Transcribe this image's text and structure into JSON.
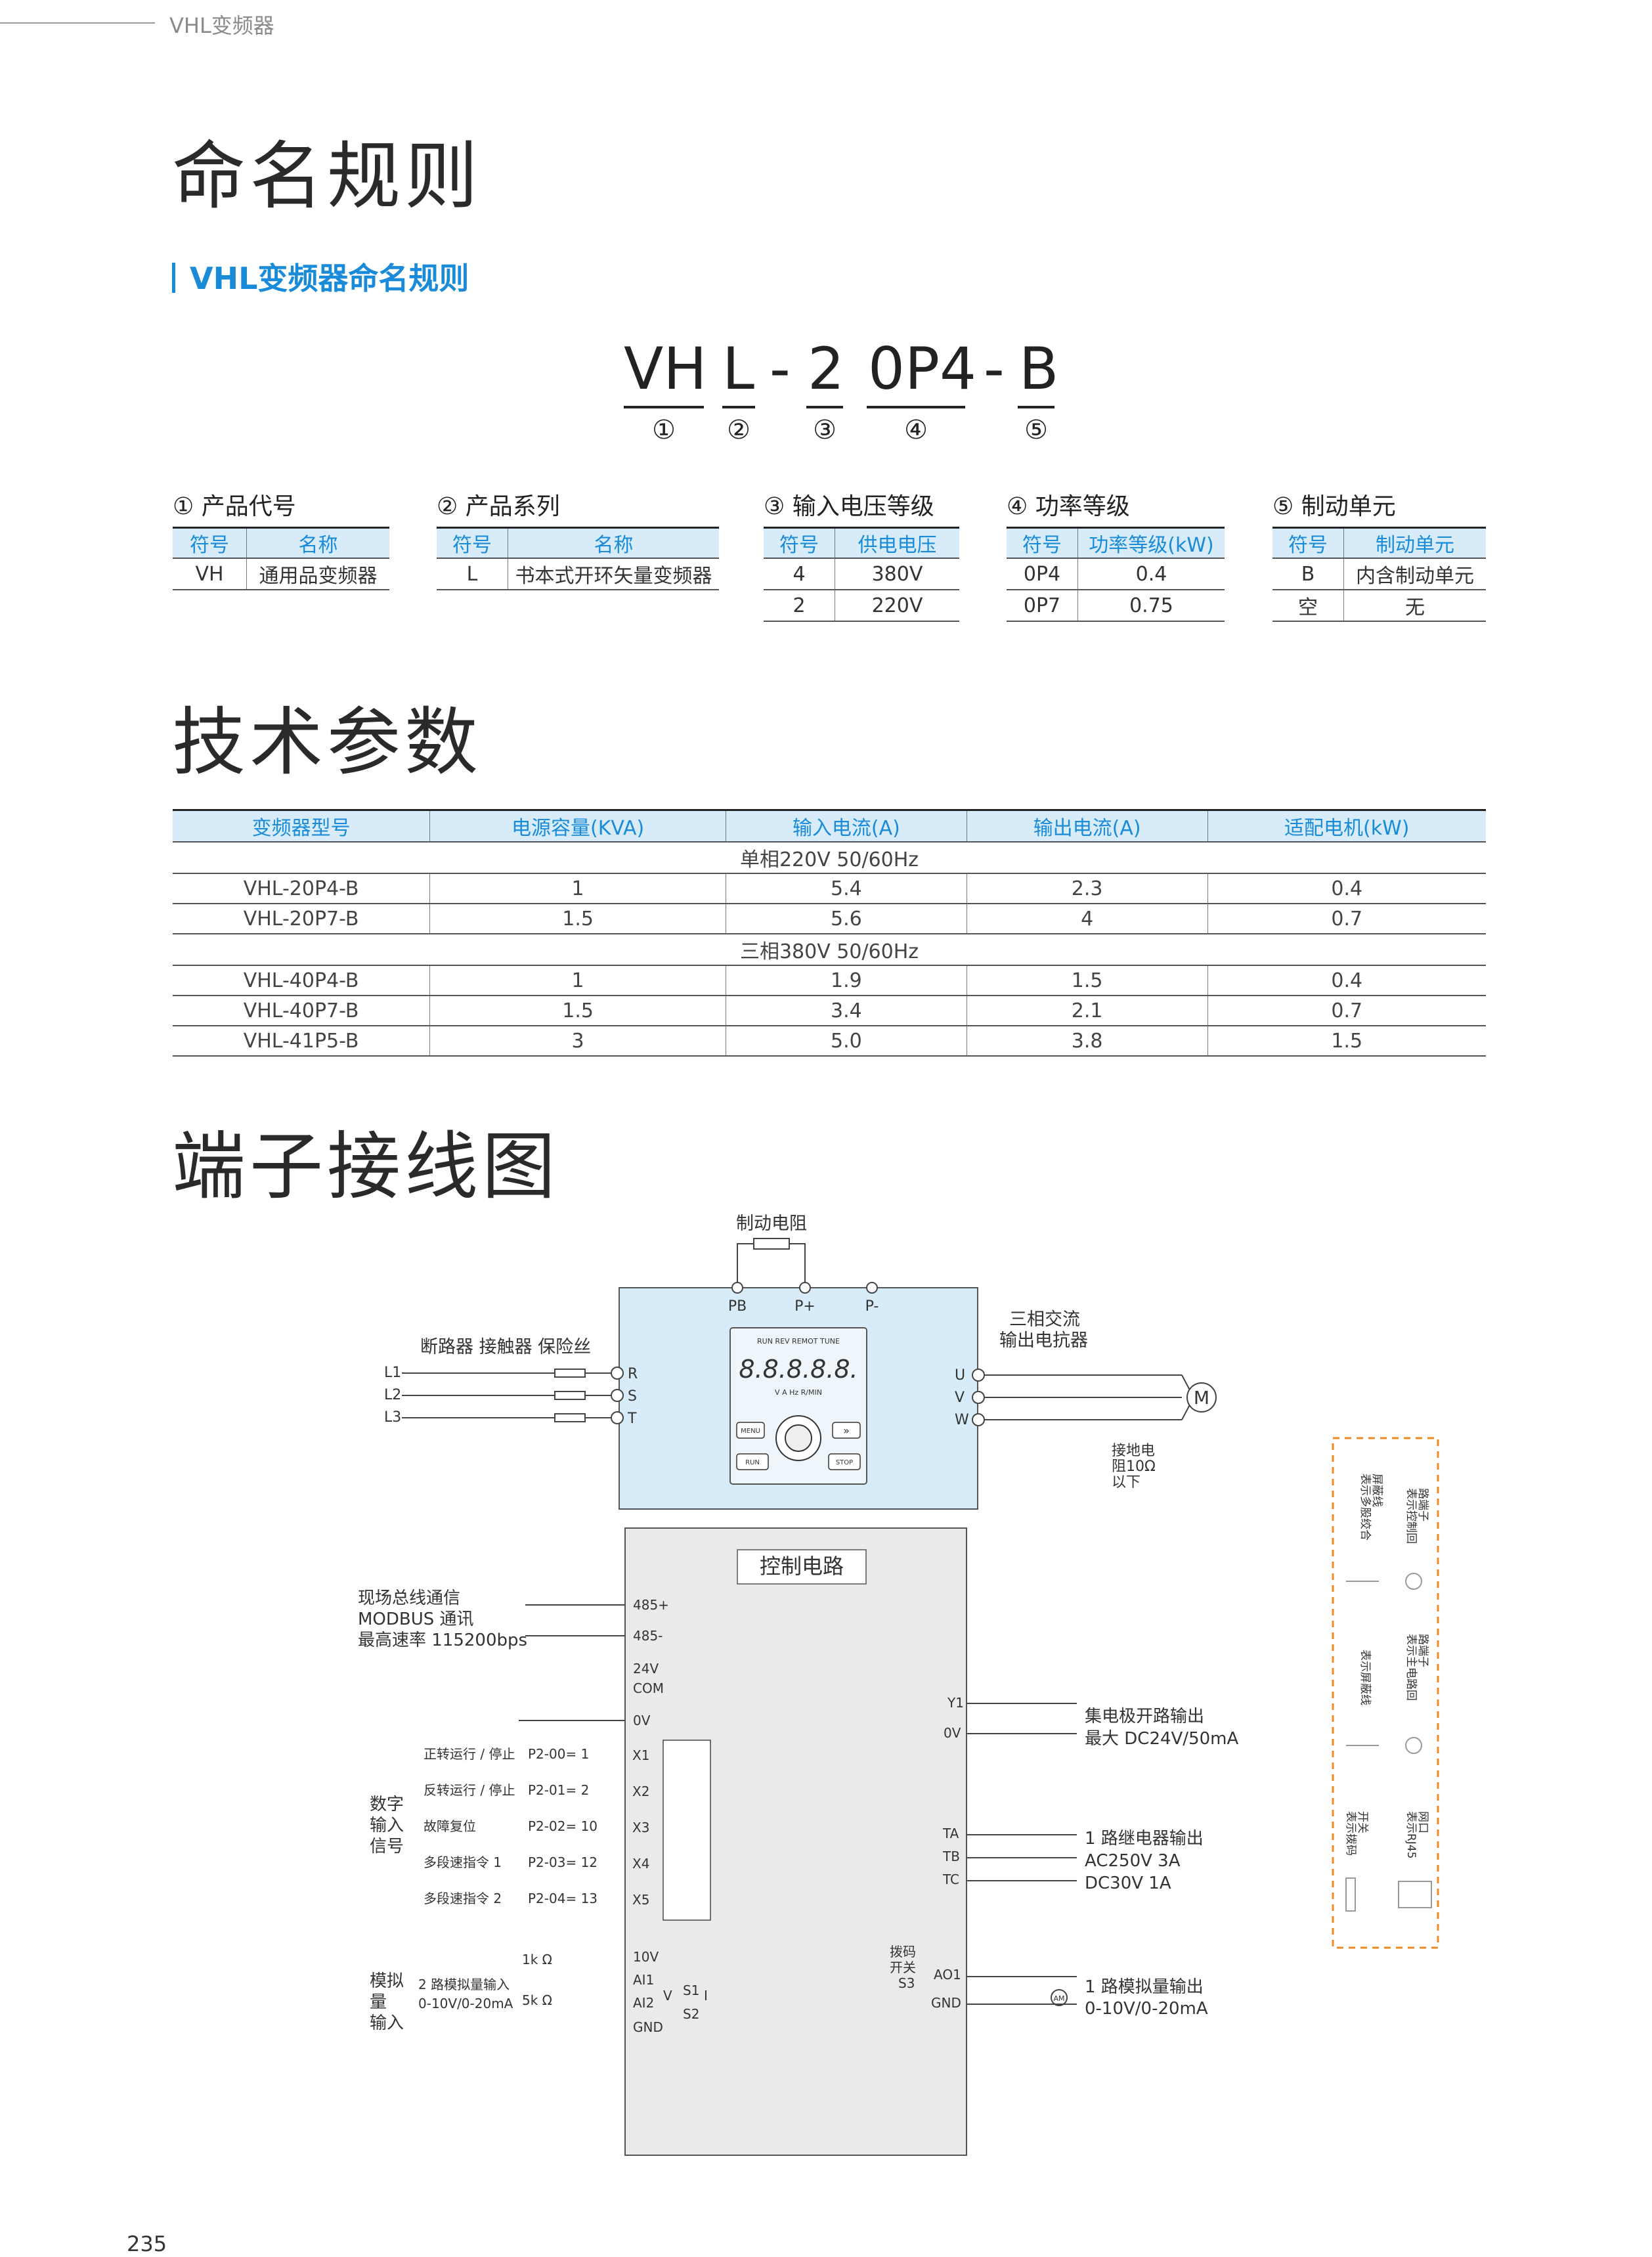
{
  "header": {
    "text": "VHL变频器"
  },
  "sections": {
    "naming": "命名规则",
    "naming_sub": "VHL变频器命名规则",
    "tech": "技术参数",
    "wiring": "端子接线图"
  },
  "model_code": {
    "parts": [
      "VH",
      "L",
      "-",
      "2",
      "0P4",
      "-",
      "B"
    ],
    "numbers": [
      "①",
      "②",
      "③",
      "④",
      "⑤"
    ]
  },
  "naming_tables": [
    {
      "title": "① 产品代号",
      "headers": [
        "符号",
        "名称"
      ],
      "rows": [
        [
          "VH",
          "通用品变频器"
        ]
      ]
    },
    {
      "title": "② 产品系列",
      "headers": [
        "符号",
        "名称"
      ],
      "rows": [
        [
          "L",
          "书本式开环矢量变频器"
        ]
      ]
    },
    {
      "title": "③ 输入电压等级",
      "headers": [
        "符号",
        "供电电压"
      ],
      "rows": [
        [
          "4",
          "380V"
        ],
        [
          "2",
          "220V"
        ]
      ]
    },
    {
      "title": "④ 功率等级",
      "headers": [
        "符号",
        "功率等级(kW)"
      ],
      "rows": [
        [
          "0P4",
          "0.4"
        ],
        [
          "0P7",
          "0.75"
        ]
      ]
    },
    {
      "title": "⑤ 制动单元",
      "headers": [
        "符号",
        "制动单元"
      ],
      "rows": [
        [
          "B",
          "内含制动单元"
        ],
        [
          "空",
          "无"
        ]
      ]
    }
  ],
  "tech_table": {
    "headers": [
      "变频器型号",
      "电源容量(KVA)",
      "输入电流(A)",
      "输出电流(A)",
      "适配电机(kW)"
    ],
    "groups": [
      {
        "label": "单相220V  50/60Hz",
        "rows": [
          [
            "VHL-20P4-B",
            "1",
            "5.4",
            "2.3",
            "0.4"
          ],
          [
            "VHL-20P7-B",
            "1.5",
            "5.6",
            "4",
            "0.7"
          ]
        ]
      },
      {
        "label": "三相380V  50/60Hz",
        "rows": [
          [
            "VHL-40P4-B",
            "1",
            "1.9",
            "1.5",
            "0.4"
          ],
          [
            "VHL-40P7-B",
            "1.5",
            "3.4",
            "2.1",
            "0.7"
          ],
          [
            "VHL-41P5-B",
            "3",
            "5.0",
            "3.8",
            "1.5"
          ]
        ]
      }
    ]
  },
  "diagram": {
    "brake_resistor": "制动电阻",
    "pb": "PB",
    "pplus": "P+",
    "pminus": "P-",
    "input_labels": "断路器 接触器 保险丝",
    "l1": "L1",
    "l2": "L2",
    "l3": "L3",
    "r": "R",
    "s": "S",
    "t": "T",
    "u": "U",
    "v": "V",
    "w": "W",
    "reactor_1": "三相交流",
    "reactor_2": "输出电抗器",
    "motor": "M",
    "ground_1": "接地电",
    "ground_2": "阻10Ω",
    "ground_3": "以下",
    "keypad_top": "RUN   REV  REMOT  TUNE",
    "keypad_units": "V     A     Hz    R/MIN",
    "display": "8.8.8.8.8.",
    "key_menu": "MENU",
    "key_shift": "»",
    "key_run": "RUN",
    "key_stop": "STOP",
    "control": "控制电路",
    "modbus_1": "现场总线通信",
    "modbus_2": "MODBUS 通讯",
    "modbus_3": "最高速率 115200bps",
    "t485p": "485+",
    "t485m": "485-",
    "t24v": "24V",
    "tcom": "COM",
    "t0v": "0V",
    "digital_1": "数字",
    "digital_2": "输入",
    "digital_3": "信号",
    "di": [
      {
        "func": "正转运行 / 停止",
        "param": "P2-00= 1",
        "term": "X1"
      },
      {
        "func": "反转运行 / 停止",
        "param": "P2-01= 2",
        "term": "X2"
      },
      {
        "func": "故障复位",
        "param": "P2-02= 10",
        "term": "X3"
      },
      {
        "func": "多段速指令 1",
        "param": "P2-03= 12",
        "term": "X4"
      },
      {
        "func": "多段速指令 2",
        "param": "P2-04= 13",
        "term": "X5"
      }
    ],
    "analog_1": "模拟",
    "analog_2": "量",
    "analog_3": "输入",
    "ai_desc_1": "2 路模拟量输入",
    "ai_desc_2": "0-10V/0-20mA",
    "r1k": "1k Ω",
    "r5k": "5k Ω",
    "t10v": "10V",
    "tai1": "AI1",
    "tai2": "AI2",
    "tgnd": "GND",
    "s1": "S1",
    "s2": "S2",
    "sv": "V",
    "si": "I",
    "y1": "Y1",
    "y0v": "0V",
    "oc_1": "集电极开路输出",
    "oc_2": "最大 DC24V/50mA",
    "ta": "TA",
    "tb": "TB",
    "tc": "TC",
    "relay_1": "1 路继电器输出",
    "relay_2": "AC250V 3A",
    "relay_3": "DC30V  1A",
    "dip_1": "拨码",
    "dip_2": "开关",
    "s3": "S3",
    "ao1": "AO1",
    "ao_gnd": "GND",
    "am": "AM",
    "ao_1": "1 路模拟量输出",
    "ao_2": "0-10V/0-20mA",
    "legend": [
      {
        "a": "表示多股绞合",
        "b": "屏蔽线"
      },
      {
        "a": "表示控制回",
        "b": "路端子"
      },
      {
        "a": "表示屏蔽线",
        "b": ""
      },
      {
        "a": "表示主电路回",
        "b": "路端子"
      },
      {
        "a": "表示拨码",
        "b": "开关"
      },
      {
        "a": "表示RJ45",
        "b": "网口"
      }
    ]
  },
  "page_number": "235"
}
